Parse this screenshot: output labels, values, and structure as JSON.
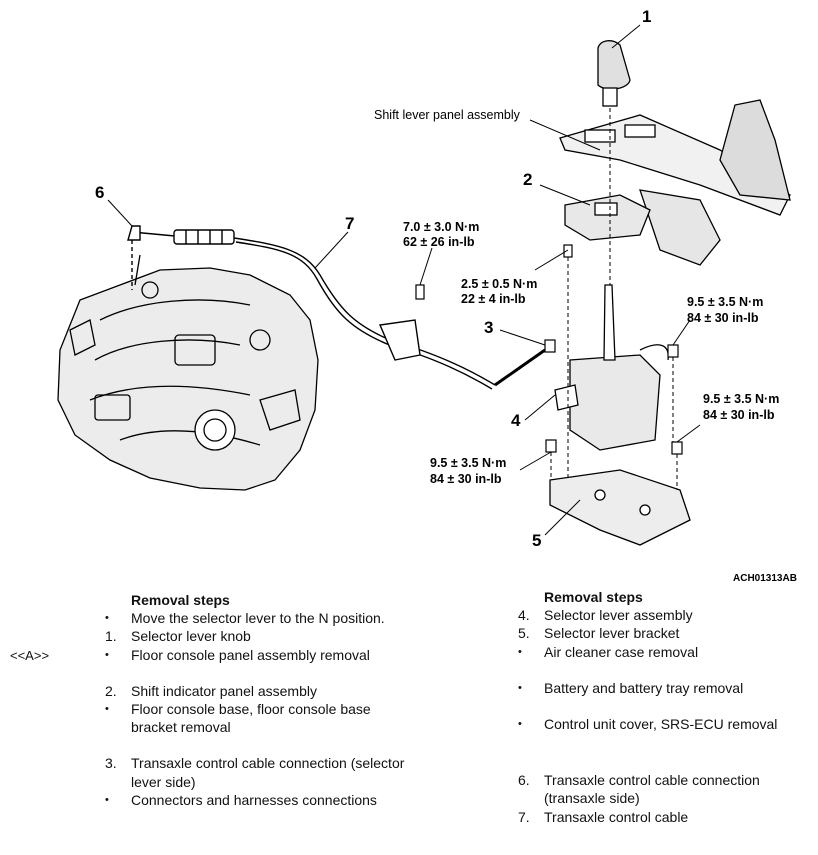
{
  "diagram": {
    "callouts": [
      "1",
      "2",
      "3",
      "4",
      "5",
      "6",
      "7"
    ],
    "labels": {
      "shift_lever_panel": "Shift lever panel assembly",
      "figure_code": "ACH01313AB"
    },
    "torques": [
      {
        "nm": "7.0 ± 3.0 N·m",
        "inlb": "62 ± 26 in-lb"
      },
      {
        "nm": "2.5 ± 0.5 N·m",
        "inlb": "22 ± 4 in-lb"
      },
      {
        "nm": "9.5 ± 3.5 N·m",
        "inlb": "84 ± 30 in-lb"
      },
      {
        "nm": "9.5 ± 3.5 N·m",
        "inlb": "84 ± 30 in-lb"
      },
      {
        "nm": "9.5 ± 3.5 N·m",
        "inlb": "84 ± 30 in-lb"
      }
    ]
  },
  "service_ref": "<<A>>",
  "left_steps": {
    "heading": "Removal steps",
    "items": [
      {
        "marker": "•",
        "text": "Move the selector lever to the N position."
      },
      {
        "marker": "1.",
        "text": "Selector lever knob"
      },
      {
        "marker": "•",
        "text": "Floor console panel assembly removal"
      },
      {
        "marker": "2.",
        "text": "Shift indicator panel assembly"
      },
      {
        "marker": "•",
        "text": "Floor console base, floor console base bracket removal"
      },
      {
        "marker": "3.",
        "text": "Transaxle control cable connection (selector lever side)"
      },
      {
        "marker": "•",
        "text": "Connectors and harnesses connections"
      }
    ]
  },
  "right_steps": {
    "heading": "Removal steps",
    "items": [
      {
        "marker": "4.",
        "text": "Selector lever assembly"
      },
      {
        "marker": "5.",
        "text": "Selector lever bracket"
      },
      {
        "marker": "•",
        "text": "Air cleaner case removal"
      },
      {
        "marker": "•",
        "text": "Battery and battery tray removal"
      },
      {
        "marker": "•",
        "text": "Control unit cover, SRS-ECU removal"
      },
      {
        "marker": "6.",
        "text": "Transaxle control cable connection (transaxle side)"
      },
      {
        "marker": "7.",
        "text": "Transaxle control cable"
      }
    ]
  }
}
